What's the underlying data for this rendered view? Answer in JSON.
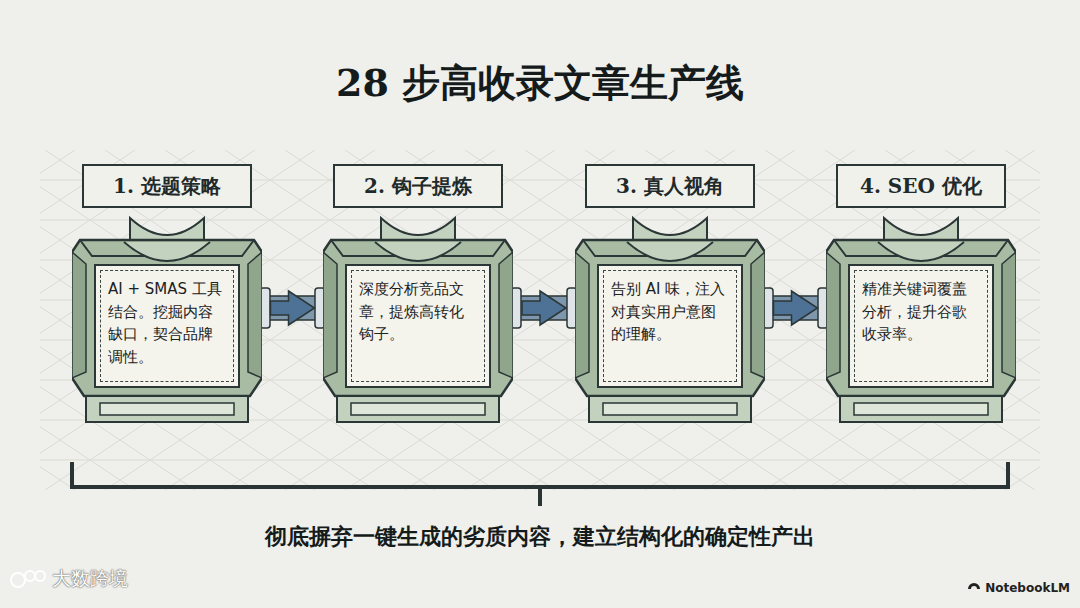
{
  "diagram": {
    "title": "28 步高收录文章生产线",
    "caption": "彻底摒弃一键生成的劣质内容，建立结构化的确定性产出",
    "nodes": [
      {
        "text": [
          "1. 选题策略",
          "AI + SMAS 工具结合。挖掘内容缺口，契合品牌调性。"
        ]
      },
      {
        "text": [
          "2. 钩子提炼",
          "深度分析竞品文章，提炼高转化钩子。"
        ]
      },
      {
        "text": [
          "3. 真人视角",
          "告别 AI 味，注入对真实用户意图的理解。"
        ]
      },
      {
        "text": [
          "4. SEO 优化",
          "精准关键词覆盖分析，提升谷歌收录率。"
        ]
      }
    ],
    "edges": [
      {
        "from": 0,
        "to": 1,
        "arrow": "to"
      },
      {
        "from": 1,
        "to": 2,
        "arrow": "to"
      },
      {
        "from": 2,
        "to": 3,
        "arrow": "to"
      }
    ],
    "labels": [
      "大数跨境",
      "NotebookLM"
    ]
  }
}
